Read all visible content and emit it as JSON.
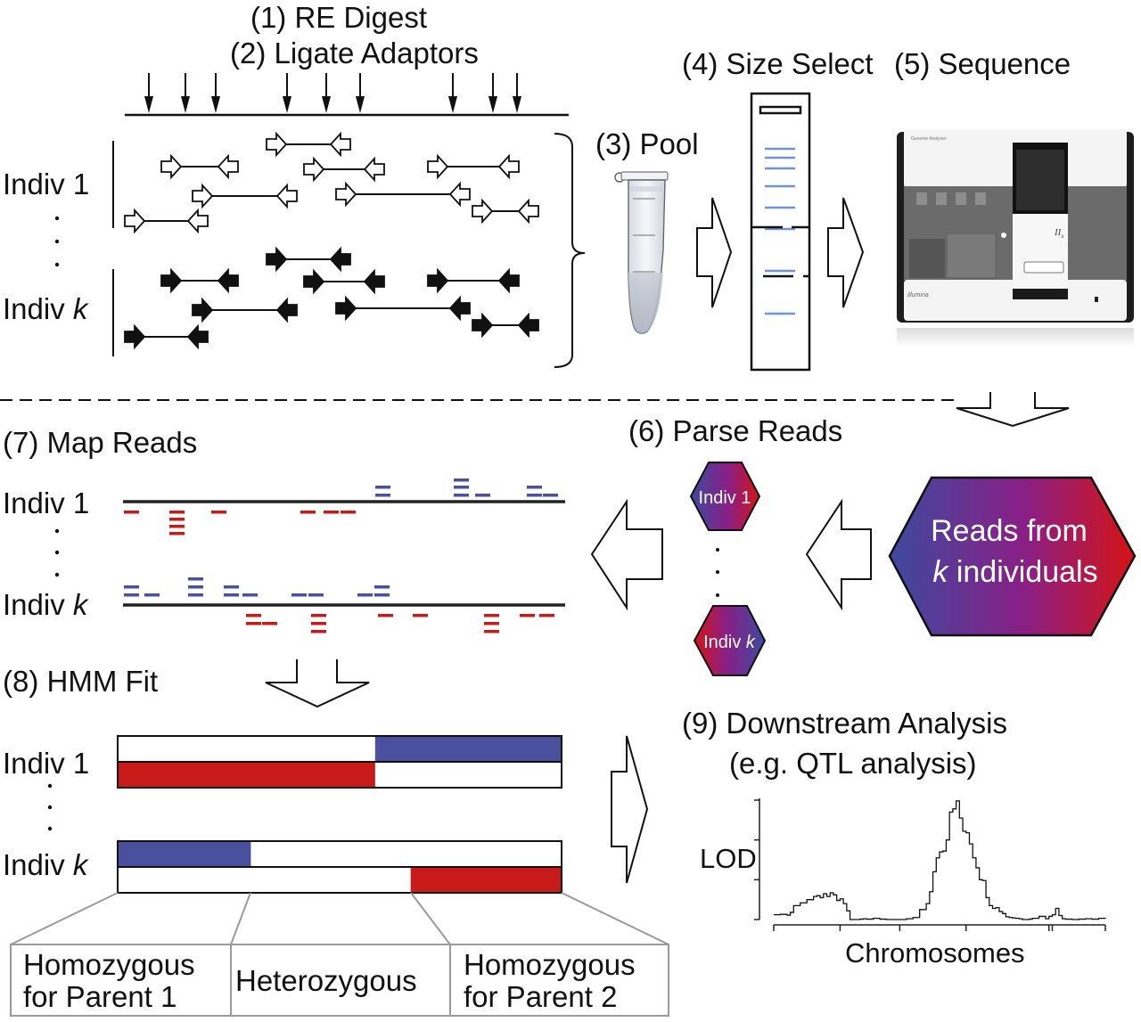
{
  "steps": {
    "s1": "(1) RE Digest",
    "s2": "(2) Ligate Adaptors",
    "s3": "(3) Pool",
    "s4": "(4) Size Select",
    "s5": "(5) Sequence",
    "s6": "(6) Parse Reads",
    "s7": "(7) Map Reads",
    "s8": "(8) HMM Fit",
    "s9_line1": "(9) Downstream Analysis",
    "s9_line2": "(e.g. QTL analysis)"
  },
  "individuals": {
    "first": "Indiv 1",
    "last_prefix": "Indiv ",
    "last_var": "k",
    "ellipsis": "."
  },
  "sequencer": {
    "brand": "illumina",
    "model_label": "Genome Analyzer",
    "model_badge": "II",
    "model_sub": "x"
  },
  "pool_hexagon": {
    "line1": "Reads from",
    "line2_var": "k",
    "line2_rest": " individuals"
  },
  "genotype_legend": [
    {
      "line1": "Homozygous",
      "line2": "for Parent 1"
    },
    {
      "line1": "Heterozygous",
      "line2": ""
    },
    {
      "line1": "Homozygous",
      "line2": "for Parent 2"
    }
  ],
  "hmm_fit": {
    "indiv_1": {
      "top_blue_from": 0.58,
      "bottom_red_to": 0.58
    },
    "indiv_k": {
      "top_blue_to": 0.3,
      "bottom_red_from": 0.66
    }
  },
  "colors": {
    "parent1_blue": "#4a4f9e",
    "parent2_red": "#c91a1a",
    "gel_band": "#6f93d4",
    "gradient_mid": "#8a1f86"
  },
  "chart_data": {
    "type": "line",
    "title": "",
    "xlabel": "Chromosomes",
    "ylabel": "LOD",
    "x_range": [
      0,
      100
    ],
    "y_range": [
      0,
      3
    ],
    "y_ticks_count": 4,
    "chromosome_boundaries": [
      0,
      20,
      38,
      58,
      83,
      84,
      100
    ],
    "grid": false,
    "series": [
      {
        "name": "LOD",
        "x": [
          0,
          2,
          4,
          5,
          6,
          8,
          10,
          12,
          13,
          14,
          15,
          16,
          17,
          18,
          19,
          20,
          21,
          22,
          23,
          24,
          25,
          26,
          27,
          28,
          30,
          32,
          34,
          36,
          38,
          40,
          42,
          44,
          46,
          47,
          48,
          49,
          50,
          51,
          52,
          53,
          54,
          55,
          56,
          57,
          58,
          59,
          60,
          61,
          62,
          63,
          64,
          65,
          66,
          67,
          68,
          69,
          70,
          71,
          72,
          73,
          74,
          75,
          76,
          77,
          78,
          80,
          82,
          83,
          84,
          85,
          86,
          87,
          88,
          90,
          92,
          94,
          96,
          98,
          100
        ],
        "y": [
          0.12,
          0.13,
          0.11,
          0.18,
          0.35,
          0.42,
          0.5,
          0.58,
          0.6,
          0.55,
          0.65,
          0.58,
          0.67,
          0.62,
          0.48,
          0.52,
          0.4,
          0.22,
          0.0,
          0.0,
          0.0,
          0.01,
          0.02,
          0.01,
          0.03,
          0.01,
          0.0,
          0.0,
          0.0,
          0.02,
          0.05,
          0.25,
          0.4,
          0.7,
          1.2,
          1.55,
          1.7,
          1.72,
          2.0,
          2.7,
          2.78,
          2.98,
          2.55,
          2.22,
          2.18,
          1.9,
          1.55,
          1.3,
          1.0,
          0.98,
          0.55,
          0.35,
          0.28,
          0.3,
          0.2,
          0.15,
          0.07,
          0.05,
          0.04,
          0.03,
          0.02,
          0.0,
          0.0,
          0.01,
          0.03,
          0.08,
          0.02,
          0.08,
          0.12,
          0.28,
          0.1,
          0.02,
          0.01,
          0.0,
          0.01,
          0.02,
          0.01,
          0.03,
          0.02
        ]
      }
    ]
  }
}
